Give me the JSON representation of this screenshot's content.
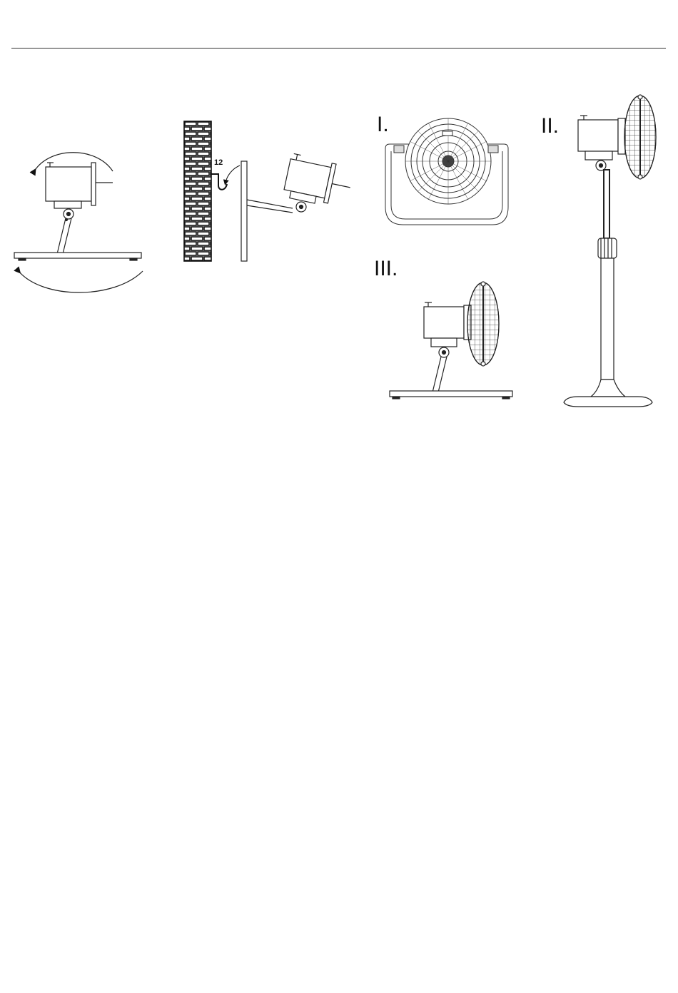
{
  "labels": {
    "callout": "12",
    "fig1": "I.",
    "fig2": "II.",
    "fig3": "III."
  }
}
